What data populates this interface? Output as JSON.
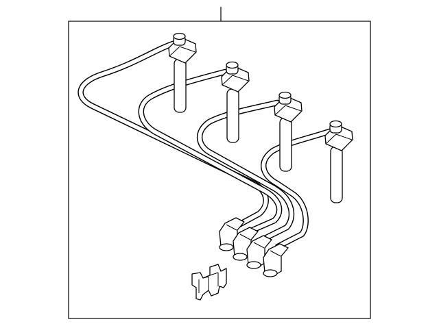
{
  "diagram": {
    "kind": "exploded-parts-illustration",
    "components": {
      "coil_boots": 4,
      "plug_boots": 4,
      "wire_clip": 1
    },
    "colors": {
      "line": "#000000",
      "background": "#ffffff"
    }
  }
}
